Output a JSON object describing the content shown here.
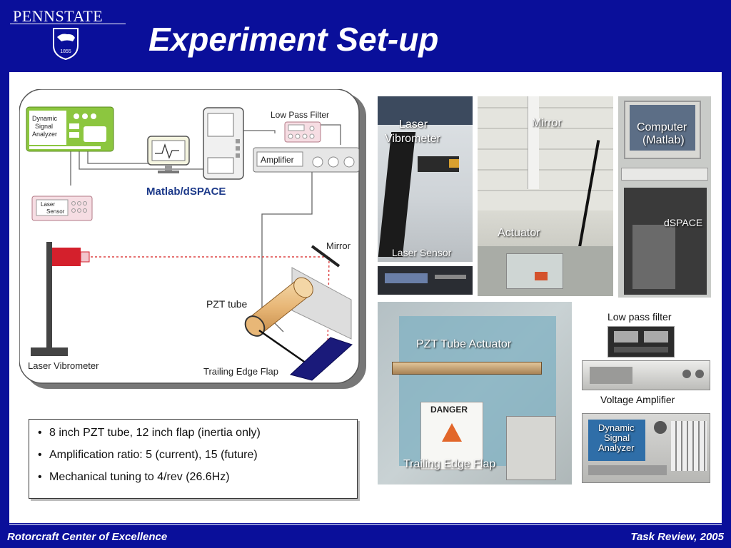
{
  "header": {
    "logo_text": "PENNSTATE",
    "logo_year": "1855",
    "title": "Experiment Set-up"
  },
  "footer": {
    "left": "Rotorcraft Center of Excellence",
    "right": "Task Review, 2005"
  },
  "schematic": {
    "dynamic_analyzer": [
      "Dynamic",
      "Signal",
      "Analyzer"
    ],
    "low_pass_filter": "Low Pass Filter",
    "amplifier": "Amplifier",
    "matlab": "Matlab/dSPACE",
    "laser_sensor": [
      "Laser",
      "Sensor"
    ],
    "mirror": "Mirror",
    "pzt_tube": "PZT tube",
    "laser_vibrometer": "Laser Vibrometer",
    "trailing_edge_flap": "Trailing Edge Flap"
  },
  "bullets": [
    "8 inch PZT tube, 12 inch flap (inertia only)",
    "Amplification ratio: 5 (current), 15 (future)",
    "Mechanical tuning to 4/rev (26.6Hz)"
  ],
  "photos": {
    "vibrometer_label": [
      "Laser",
      "Vibrometer"
    ],
    "laser_sensor_label": "Laser Sensor",
    "mirror_label": "Mirror",
    "actuator_label": "Actuator",
    "computer_label": [
      "Computer",
      "(Matlab)"
    ],
    "dspace_label": "dSPACE",
    "pzt_actuator_label": "PZT Tube Actuator",
    "danger_label": "DANGER",
    "flap_label": "Trailing Edge Flap",
    "low_pass_caption": "Low pass filter",
    "voltage_amp_caption": "Voltage Amplifier",
    "dsa_screen": [
      "Dynamic",
      "Signal",
      "Analyzer"
    ]
  },
  "colors": {
    "background": "#0a0f9a",
    "analyzer_green": "#8cc63f",
    "laser_red": "#d4202c",
    "flap_navy": "#1a1a7a"
  }
}
